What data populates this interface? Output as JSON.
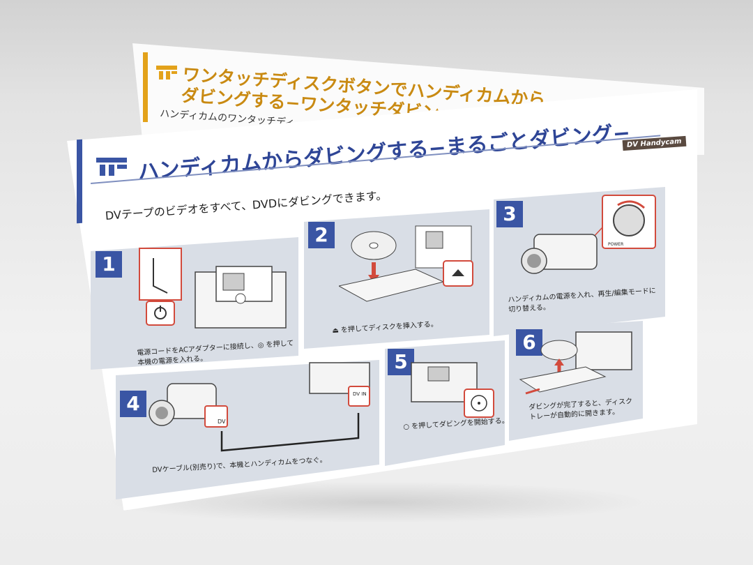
{
  "back_panel": {
    "title_line1": "ワンタッチディスクボタンでハンディカムから",
    "title_line2": "ダビングする−ワンタッチダビン",
    "subtitle": "ハンディカムのワンタッチディ"
  },
  "front_panel": {
    "title": "ハンディカムからダビングする−まるごとダビング−",
    "badge": "DV Handycam",
    "intro": "DVテープのビデオをすべて、DVDにダビングできます。"
  },
  "steps": [
    {
      "num": "1",
      "caption_line1": "電源コードをACアダプターに接続し、◎ を押して",
      "caption_line2": "本機の電源を入れる。"
    },
    {
      "num": "2",
      "caption_line1": "⏏ を押してディスクを挿入する。",
      "caption_line2": ""
    },
    {
      "num": "3",
      "caption_line1": "ハンディカムの電源を入れ、再生/編集モードに",
      "caption_line2": "切り替える。"
    },
    {
      "num": "4",
      "caption_line1": "DVケーブル(別売り)で、本機とハンディカムをつなぐ。",
      "caption_line2": ""
    },
    {
      "num": "5",
      "caption_line1": "○ を押してダビングを開始する。",
      "caption_line2": ""
    },
    {
      "num": "6",
      "caption_line1": "ダビングが完了すると、ディスク",
      "caption_line2": "トレーが自動的に開きます。"
    }
  ],
  "labels": {
    "dv_label": "DV",
    "dv_in_label": "DV IN",
    "power_label": "POWER"
  },
  "colors": {
    "title_blue": "#2e4596",
    "step_blue": "#3a55a4",
    "back_orange": "#c98a12",
    "callout_red": "#d24a3c",
    "panel_gray": "#d9dee6"
  }
}
